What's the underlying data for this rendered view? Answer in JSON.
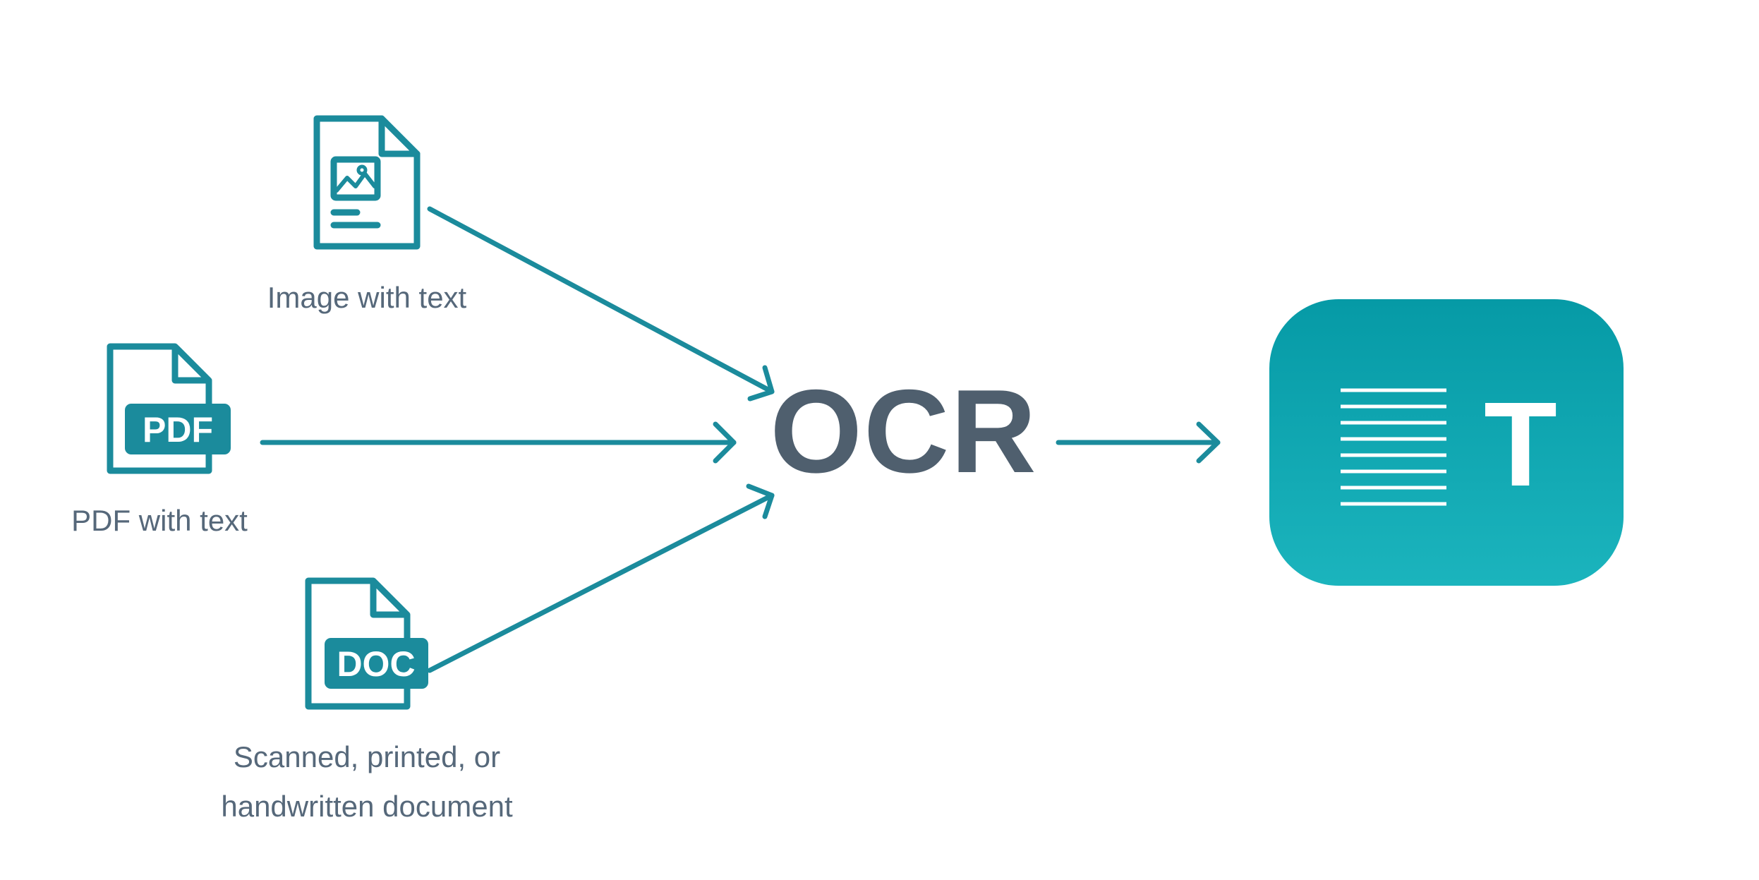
{
  "colors": {
    "accent": "#1b8b9c",
    "text": "#56687a",
    "ocr_text": "#4f5f6e",
    "output_top": "#069aa6",
    "output_bottom": "#1bb4bd"
  },
  "inputs": [
    {
      "icon": "image-file-icon",
      "label": "Image with text",
      "badge": ""
    },
    {
      "icon": "pdf-file-icon",
      "label": "PDF with text",
      "badge": "PDF"
    },
    {
      "icon": "doc-file-icon",
      "label_lines": [
        "Scanned, printed, or",
        "handwritten document"
      ],
      "badge": "DOC"
    }
  ],
  "center": {
    "label": "OCR"
  },
  "output": {
    "icon": "text-document-icon",
    "letter": "T"
  }
}
